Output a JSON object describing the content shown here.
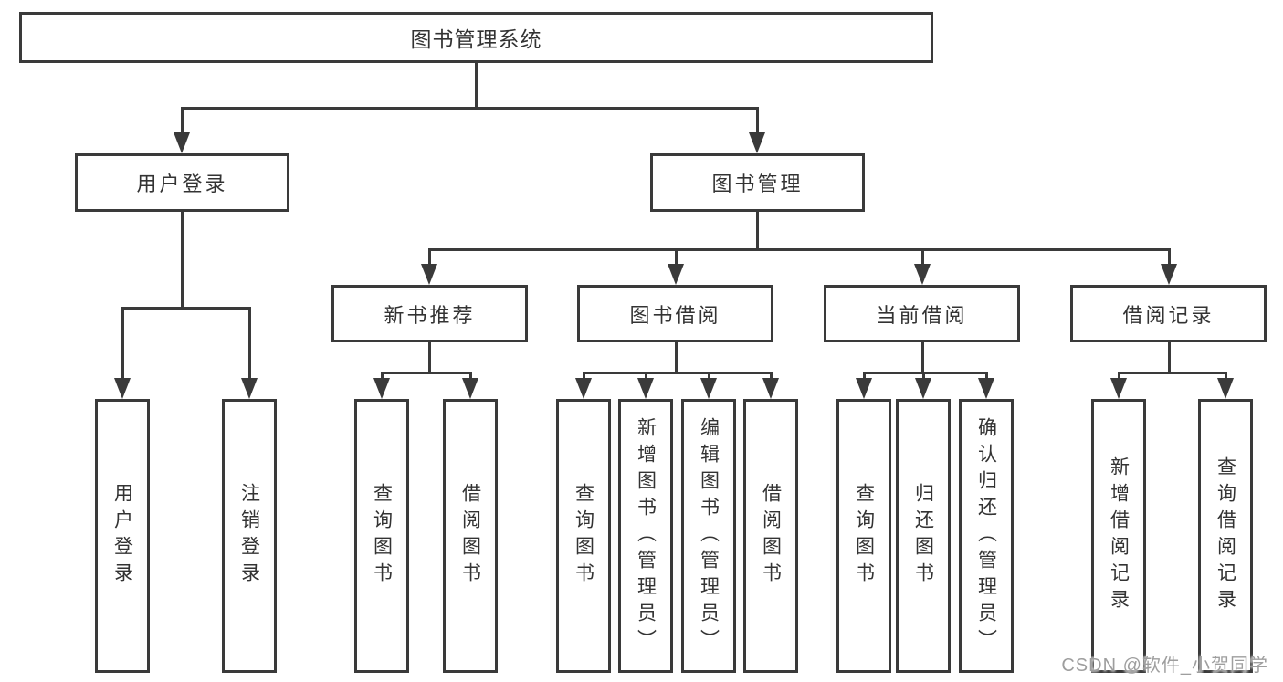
{
  "diagram": {
    "root": {
      "label": "图书管理系统"
    },
    "level2": [
      {
        "label": "用户登录"
      },
      {
        "label": "图书管理"
      }
    ],
    "level3": [
      {
        "label": "新书推荐"
      },
      {
        "label": "图书借阅"
      },
      {
        "label": "当前借阅"
      },
      {
        "label": "借阅记录"
      }
    ],
    "leaves": {
      "user_login": [
        "用户登录",
        "注销登录"
      ],
      "new_book_recommend": [
        "查询图书",
        "借阅图书"
      ],
      "book_borrow": [
        "查询图书",
        "新增图书（管理员）",
        "编辑图书（管理员）",
        "借阅图书"
      ],
      "current_borrow": [
        "查询图书",
        "归还图书",
        "确认归还（管理员）"
      ],
      "borrow_records": [
        "新增借阅记录",
        "查询借阅记录"
      ]
    }
  },
  "watermark": {
    "text": "CSDN @软件_小贺同学"
  },
  "colors": {
    "line": "#3a3a3a",
    "text": "#333333",
    "watermark": "#9e9e9e",
    "background": "#ffffff"
  }
}
